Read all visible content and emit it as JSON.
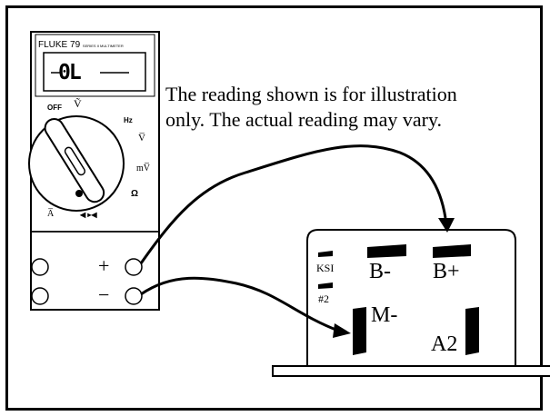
{
  "note": {
    "text": "The reading shown is for illustration\nonly. The actual reading may vary."
  },
  "meter": {
    "brand": "FLUKE 79",
    "brand_sub": "SERIES II MULTIMETER",
    "display": "0L",
    "dial_labels": {
      "off": "OFF",
      "v_ac": "Ṽ",
      "hz": "Hz",
      "v_dc": "V̅",
      "mv_dc": "mV̅",
      "ohm": "Ω",
      "a_dc": "A̅",
      "continuity": "◀ ▸◀"
    },
    "plus": "+",
    "minus": "−"
  },
  "controller": {
    "terminals": {
      "ksi": "KSI",
      "pin2": "#2",
      "b_minus": "B-",
      "b_plus": "B+",
      "m_minus": "M-",
      "a2": "A2"
    }
  }
}
